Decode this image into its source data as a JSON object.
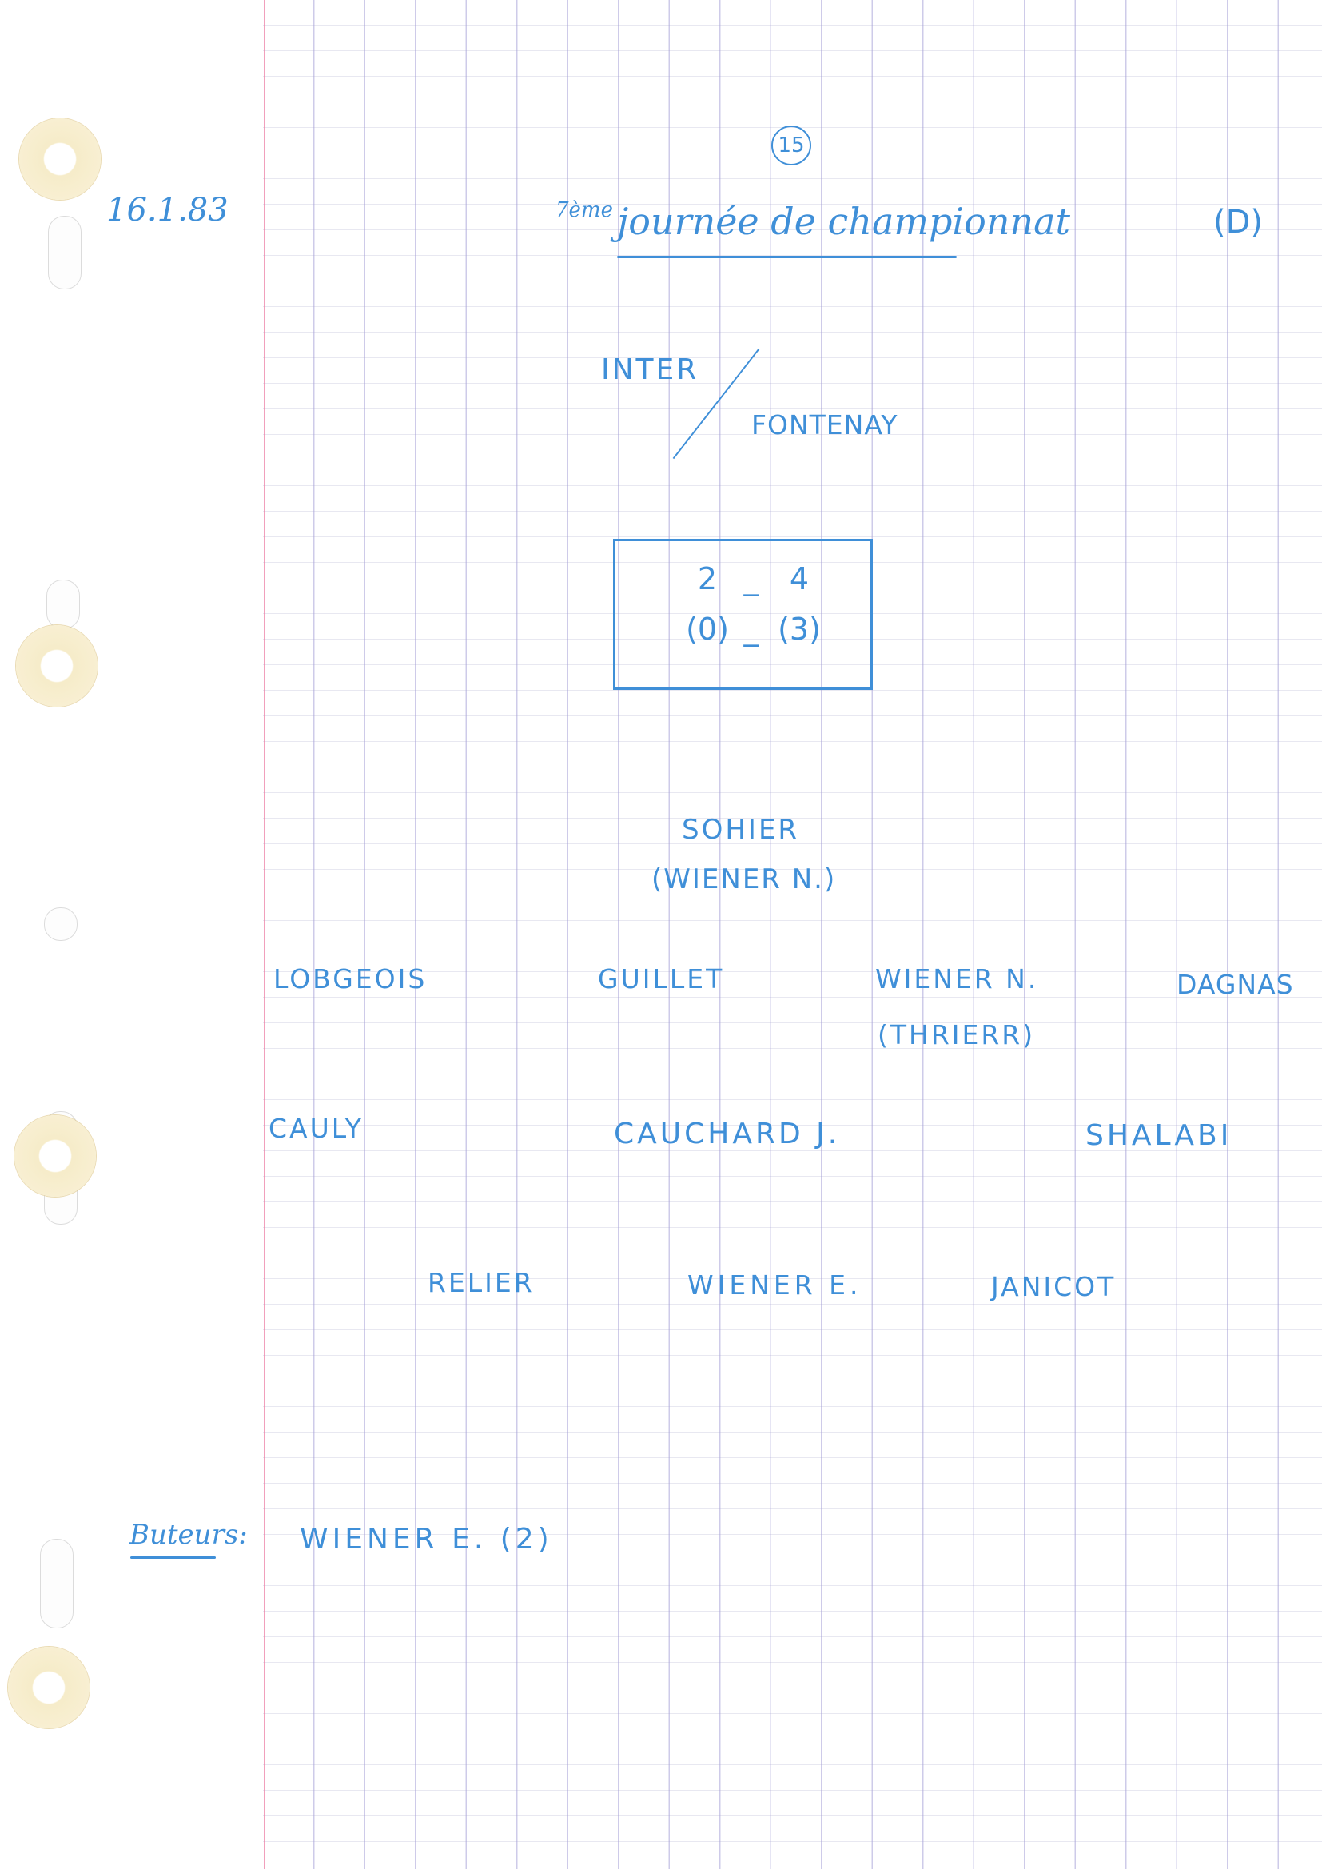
{
  "page": {
    "page_number": "15",
    "date": "16.1.83",
    "title_prefix": "7ème",
    "title": "journée de championnat",
    "corner_mark": "(D)"
  },
  "match": {
    "home_team": "INTER",
    "away_team": "FONTENAY",
    "score": {
      "full_time_home": "2",
      "full_time_away": "4",
      "half_time_home": "(0)",
      "half_time_away": "(3)",
      "separator": "_"
    }
  },
  "lineup": {
    "goalkeeper": {
      "name": "SOHIER",
      "substitute": "(WIENER N.)"
    },
    "row1": [
      {
        "name": "LOBGEOIS"
      },
      {
        "name": "GUILLET"
      },
      {
        "name": "WIENER N.",
        "substitute": "(THRIERR)"
      },
      {
        "name": "DAGNAS"
      }
    ],
    "row2": [
      {
        "name": "CAULY"
      },
      {
        "name": "CAUCHARD J."
      },
      {
        "name": "SHALABI"
      }
    ],
    "row3": [
      {
        "name": "RELIER"
      },
      {
        "name": "WIENER E."
      },
      {
        "name": "JANICOT"
      }
    ]
  },
  "scorers": {
    "label": "Buteurs:",
    "value": "WIENER E. (2)"
  },
  "colors": {
    "ink": "#3f8fd8",
    "margin_line": "#eb78a0",
    "grid_line": "#a5a0d7",
    "reinforcer": "#f6ecc9"
  }
}
